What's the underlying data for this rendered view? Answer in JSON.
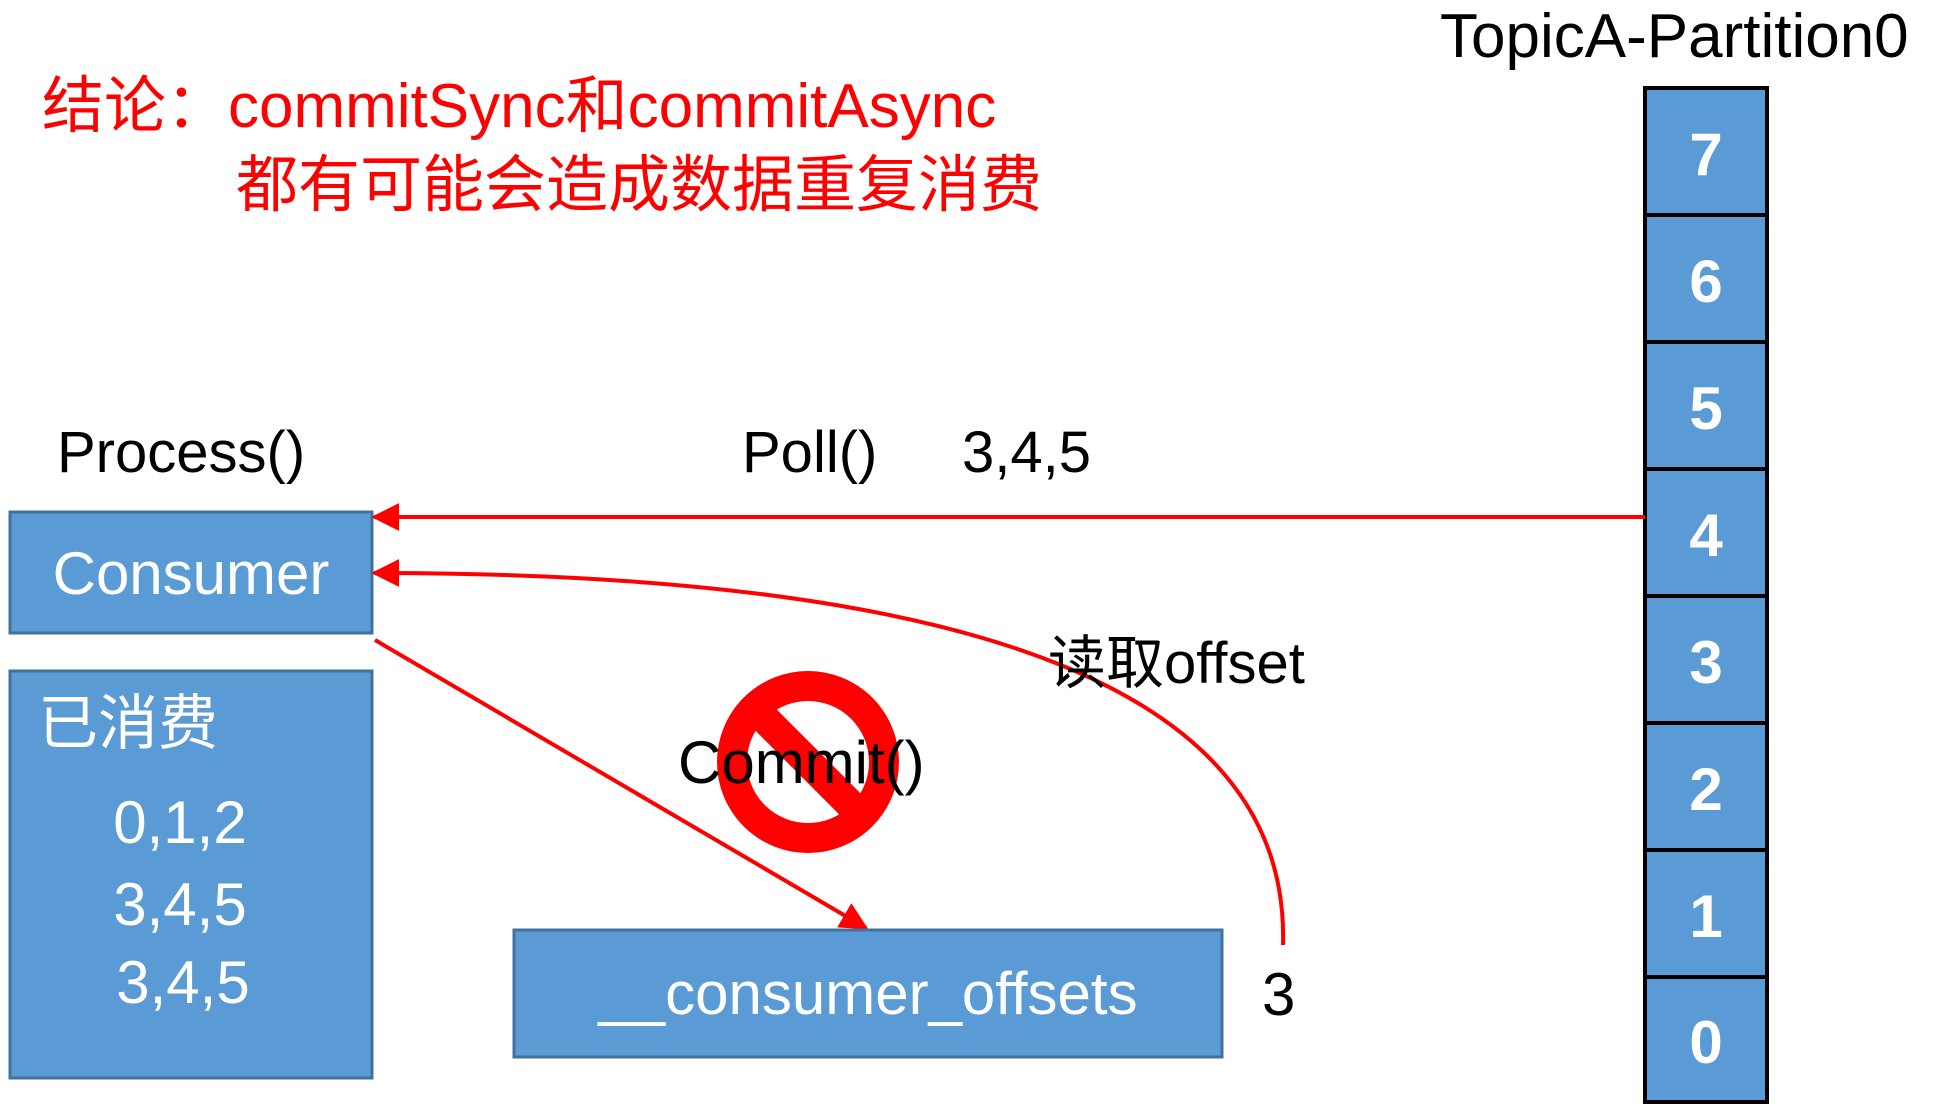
{
  "colors": {
    "box_fill": "#5b9bd5",
    "box_stroke": "#41719c",
    "arrow": "#ff0000",
    "conclusion_text": "#ff0000",
    "label_text": "#000000",
    "box_text": "#ffffff",
    "prohibit": "#ff0000"
  },
  "conclusion": {
    "line1": "结论：commitSync和commitAsync",
    "line2": "都有可能会造成数据重复消费"
  },
  "topic": {
    "title": "TopicA-Partition0",
    "offsets": [
      "7",
      "6",
      "5",
      "4",
      "3",
      "2",
      "1",
      "0"
    ]
  },
  "consumer": {
    "process_label": "Process()",
    "box_label": "Consumer"
  },
  "consumed": {
    "title": "已消费",
    "rows": [
      "0,1,2",
      "3,4,5",
      "3,4,5"
    ]
  },
  "poll": {
    "label": "Poll()",
    "records": "3,4,5"
  },
  "read_offset": {
    "label": "读取offset"
  },
  "commit": {
    "label": "Commit()",
    "prohibit_icon": "prohibit-icon"
  },
  "offsets_topic": {
    "label": "__consumer_offsets",
    "stored_offset": "3"
  }
}
